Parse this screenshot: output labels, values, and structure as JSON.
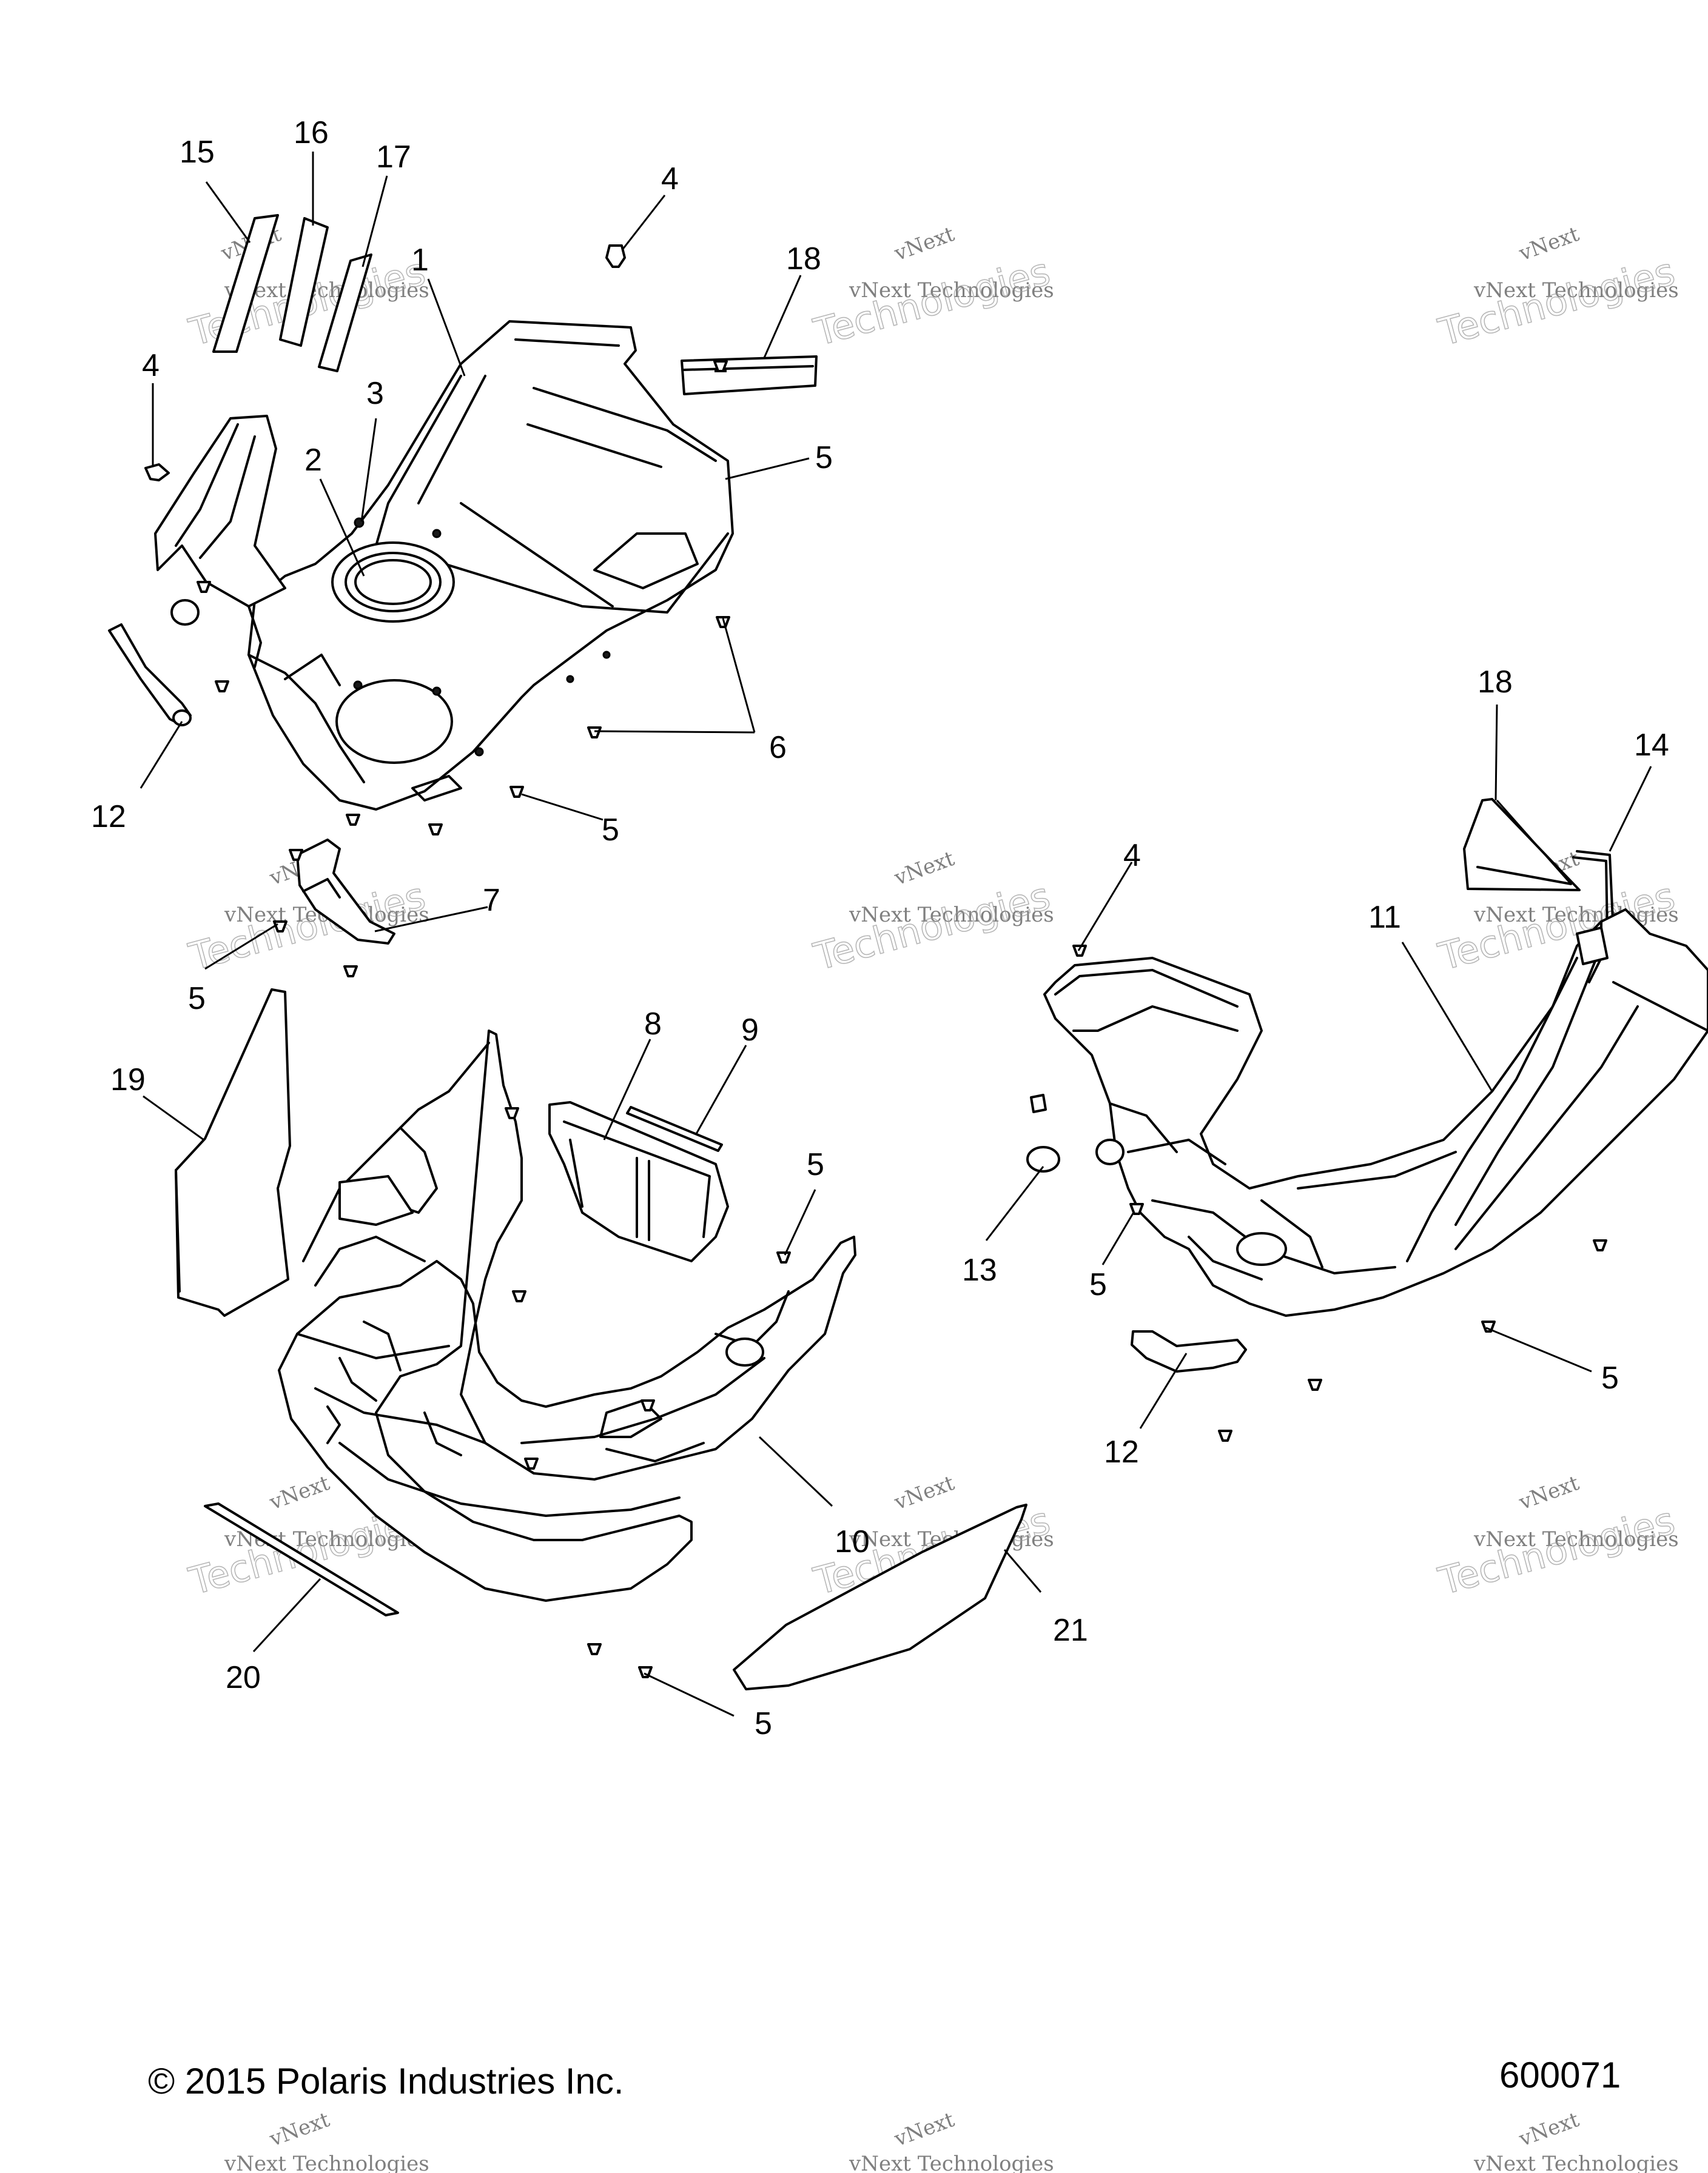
{
  "callouts": [
    "15",
    "16",
    "17",
    "1",
    "4",
    "18",
    "4",
    "3",
    "2",
    "5",
    "12",
    "6",
    "5",
    "7",
    "5",
    "19",
    "8",
    "9",
    "5",
    "4",
    "18",
    "14",
    "11",
    "13",
    "5",
    "12",
    "5",
    "10",
    "20",
    "21",
    "5"
  ],
  "watermark": {
    "line1": "vNext Technologies",
    "line2": "Technologies",
    "line3": "vNext"
  },
  "footer": {
    "copyright": "© 2015 Polaris Industries Inc.",
    "part_number": "600071"
  }
}
